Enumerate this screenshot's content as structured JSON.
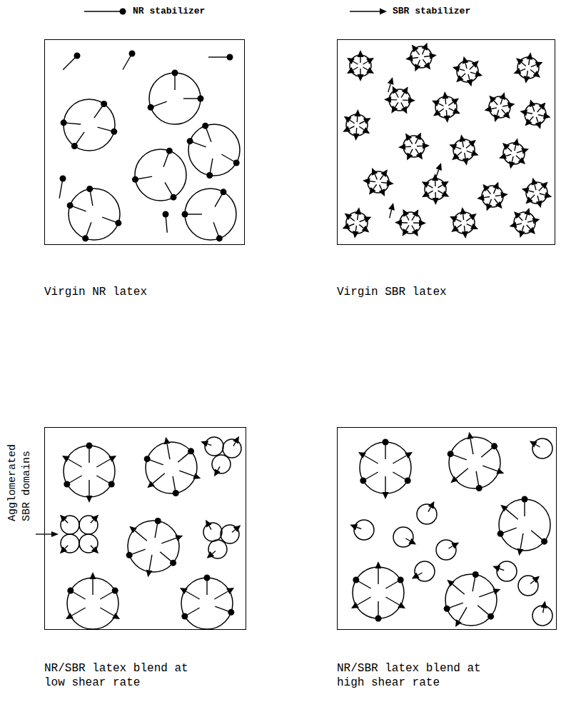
{
  "diagram": {
    "nodes": [
      {
        "text": [
          "Virgin NR latex"
        ]
      },
      {
        "text": [
          "Virgin SBR latex"
        ]
      },
      {
        "text": [
          "NR/SBR latex blend at low shear rate"
        ]
      },
      {
        "text": [
          "NR/SBR latex blend at high shear rate"
        ]
      }
    ],
    "labels": [
      "Agglomerated SBR domains"
    ],
    "legend": [
      {
        "text": "NR stabilizer"
      },
      {
        "text": "SBR stabilizer"
      }
    ]
  }
}
